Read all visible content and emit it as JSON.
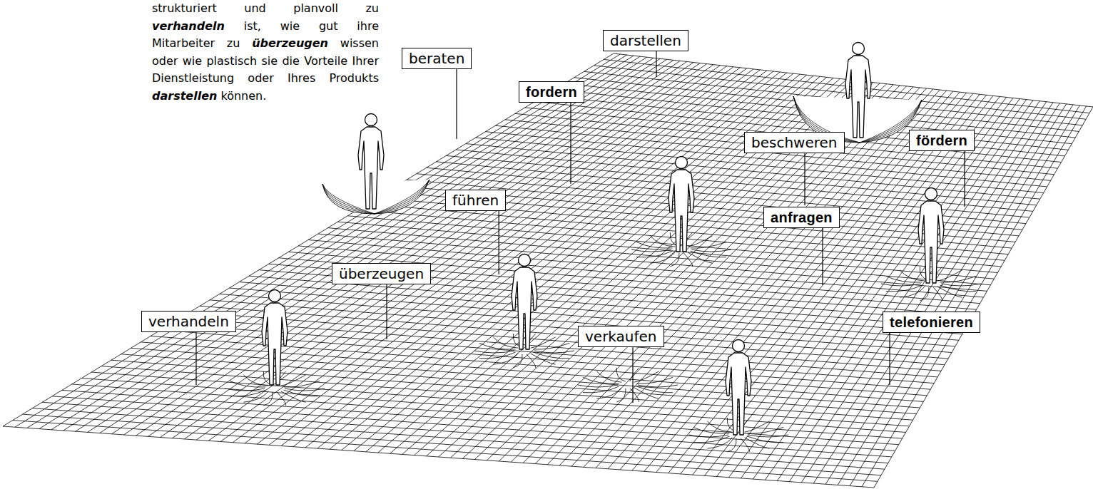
{
  "diagram": {
    "nodes": [
      {
        "text": [
          "darstellen"
        ]
      },
      {
        "text": [
          "beraten"
        ]
      },
      {
        "text": [
          "fordern"
        ]
      },
      {
        "text": [
          "beschweren"
        ]
      },
      {
        "text": [
          "fördern"
        ]
      },
      {
        "text": [
          "führen"
        ]
      },
      {
        "text": [
          "anfragen"
        ]
      },
      {
        "text": [
          "überzeugen"
        ]
      },
      {
        "text": [
          "verhandeln"
        ]
      },
      {
        "text": [
          "verkaufen"
        ]
      },
      {
        "text": [
          "telefonieren"
        ]
      }
    ],
    "labels": [
      "strukturiert und planvoll zu",
      "verhandeln",
      "ist, wie gut ihre Mitarbeiter zu",
      "überzeugen",
      "wissen oder wie plastisch sie die Vorteile Ihrer Dienstleistung oder Ihres Produkts",
      "darstellen",
      "können."
    ]
  }
}
